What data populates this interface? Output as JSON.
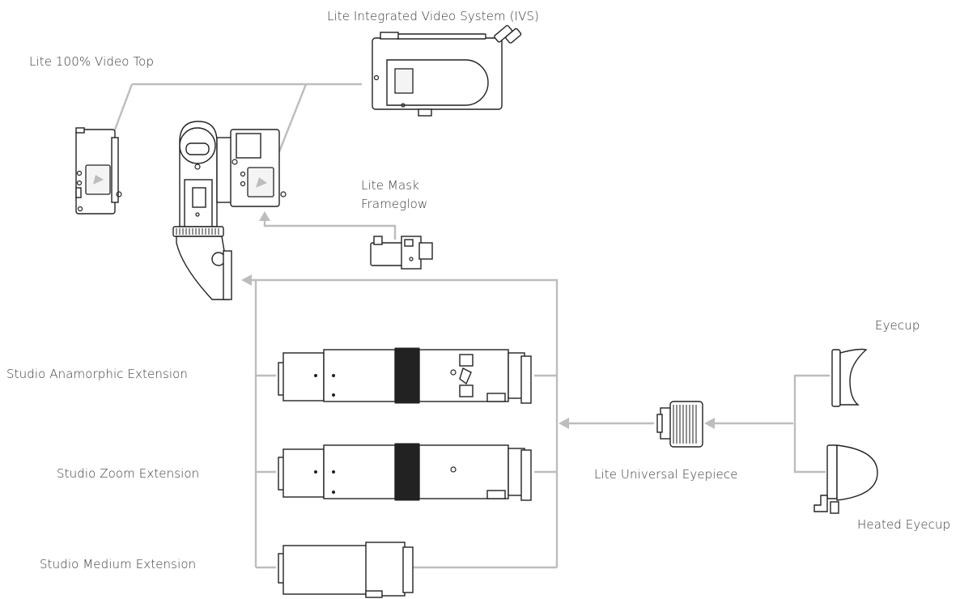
{
  "labels": {
    "ivs": "Lite Integrated Video System (IVS)",
    "video_top": "Lite 100% Video Top",
    "mask_frameglow_line1": "Lite Mask",
    "mask_frameglow_line2": "Frameglow",
    "eyecup": "Eyecup",
    "anamorphic": "Studio Anamorphic Extension",
    "zoom": "Studio Zoom Extension",
    "medium": "Studio Medium Extension",
    "universal_eyepiece": "Lite Universal Eyepiece",
    "heated_eyecup": "Heated Eyecup"
  },
  "colors": {
    "connector": "#bdbdbd",
    "ink": "#222222",
    "text": "#3a3a3a"
  }
}
